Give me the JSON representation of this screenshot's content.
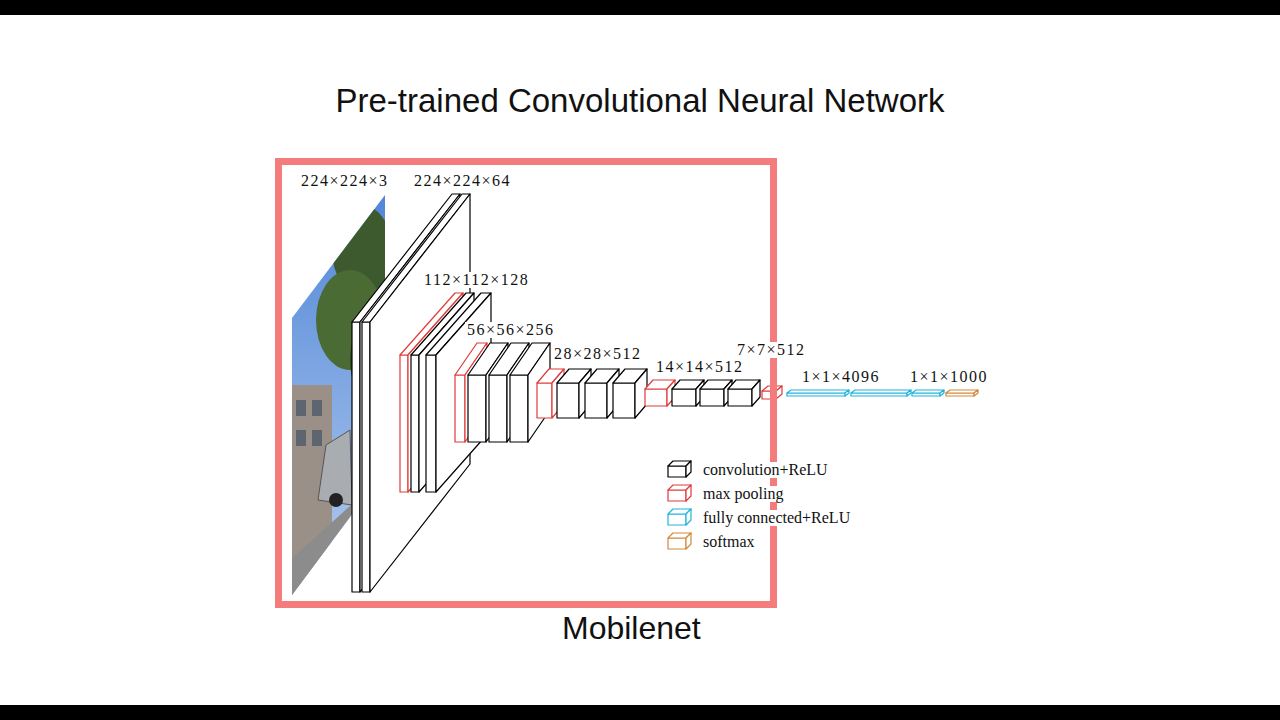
{
  "diagram": {
    "title": "Pre-trained Convolutional Neural Network",
    "nodes": [
      {
        "text": [
          "Mobilenet"
        ]
      }
    ],
    "labels": [
      "224×224×3",
      "224×224×64",
      "112×112×128",
      "56×56×256",
      "28×28×512",
      "14×14×512",
      "7×7×512",
      "1×1×4096",
      "1×1×1000"
    ],
    "legend": [
      {
        "text": "convolution+ReLU"
      },
      {
        "text": "max pooling"
      },
      {
        "text": "fully connected+ReLU"
      },
      {
        "text": "softmax"
      }
    ]
  }
}
